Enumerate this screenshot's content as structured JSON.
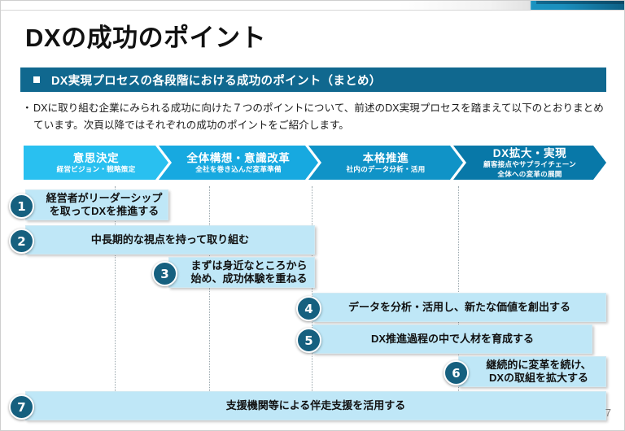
{
  "slide": {
    "title": "DXの成功のポイント",
    "page_number": "7",
    "section_header": "DX実現プロセスの各段階における成功のポイント（まとめ）",
    "lead_bullet": "・",
    "lead_text": "DXに取り組む企業にみられる成功に向けた７つのポイントについて、前述のDX実現プロセスを踏まえて以下のとおりまとめています。次頁以降ではそれぞれの成功のポイントをご紹介します。",
    "colors": {
      "header_band": "#10688F",
      "stage_1": "#29C0F0",
      "stage_2": "#17A9E0",
      "stage_3": "#1093C7",
      "stage_4": "#0878A8",
      "box_fill": "#BFE7F7",
      "badge": "#16607F",
      "accent_dark": "#0D5F84"
    }
  },
  "process": {
    "stages": [
      {
        "title": "意思決定",
        "subtitle": "経営ビジョン・戦略策定",
        "subtitle2": ""
      },
      {
        "title": "全体構想・意識改革",
        "subtitle": "全社を巻き込んだ変革準備",
        "subtitle2": ""
      },
      {
        "title": "本格推進",
        "subtitle": "社内のデータ分析・活用",
        "subtitle2": ""
      },
      {
        "title": "DX拡大・実現",
        "subtitle": "顧客接点やサプライチェーン",
        "subtitle2": "全体への変革の展開"
      }
    ]
  },
  "points": [
    {
      "number": "1",
      "line1": "経営者がリーダーシップ",
      "line2": "を取ってDXを推進する"
    },
    {
      "number": "2",
      "line1": "中長期的な視点を持って取り組む",
      "line2": ""
    },
    {
      "number": "3",
      "line1": "まずは身近なところから",
      "line2": "始め、成功体験を重ねる"
    },
    {
      "number": "4",
      "line1": "データを分析・活用し、新たな価値を創出する",
      "line2": ""
    },
    {
      "number": "5",
      "line1": "DX推進過程の中で人材を育成する",
      "line2": ""
    },
    {
      "number": "6",
      "line1": "継続的に変革を続け、",
      "line2": "DXの取組を拡大する"
    },
    {
      "number": "7",
      "line1": "支援機関等による伴走支援を活用する",
      "line2": ""
    }
  ]
}
